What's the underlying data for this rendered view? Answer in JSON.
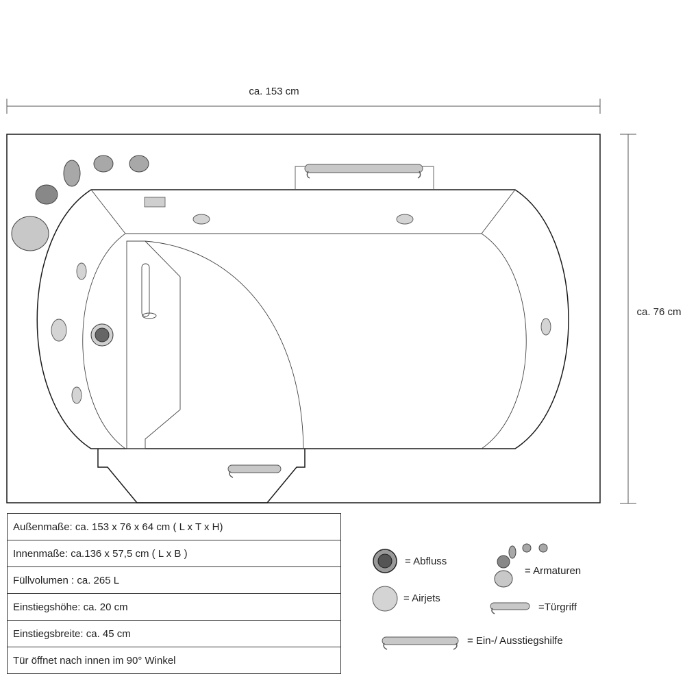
{
  "dimensions": {
    "length_label": "ca. 153 cm",
    "depth_label": "ca. 76 cm"
  },
  "specs": [
    "Außenmaße:  ca. 153 x 76 x 64 cm ( L x T  x H)",
    "Innenmaße:  ca.136 x 57,5 cm ( L x B )",
    "Füllvolumen : ca. 265 L",
    "Einstiegshöhe: ca. 20 cm",
    "Einstiegsbreite: ca. 45 cm",
    "Tür öffnet nach innen im 90° Winkel"
  ],
  "legend": {
    "drain": "= Abfluss",
    "airjets": "= Airjets",
    "fittings": "= Armaturen",
    "door_handle": "=Türgriff",
    "grab_bar": "= Ein-/ Ausstiegshilfe"
  },
  "colors": {
    "outline": "#1a1a1a",
    "fixture_gray": "#c8c8c8",
    "fitting_dark": "#888888",
    "drain_dark": "#555555"
  }
}
